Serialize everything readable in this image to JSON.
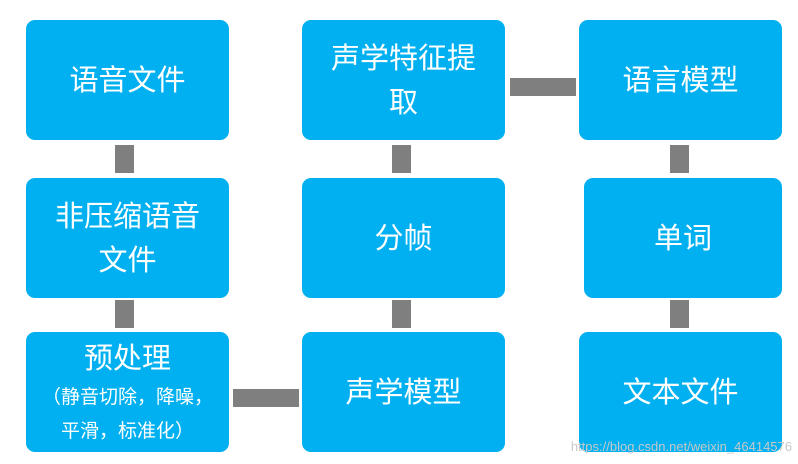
{
  "nodes": {
    "audio_file": [
      "语音文件"
    ],
    "uncompressed_audio": [
      "非压缩语音",
      "文件"
    ],
    "preprocess": [
      "预处理"
    ],
    "preprocess_detail": [
      "（静音切除，降噪，",
      "平滑，标准化）"
    ],
    "acoustic_model": [
      "声学模型"
    ],
    "framing": [
      "分帧"
    ],
    "feature_extraction": [
      "声学特征提",
      "取"
    ],
    "language_model": [
      "语言模型"
    ],
    "words": [
      "单词"
    ],
    "text_file": [
      "文本文件"
    ]
  },
  "watermark": "https://blog.csdn.net/weixin_46414576",
  "colors": {
    "box": "#00b0f0",
    "connector": "#7f7f7f",
    "text": "#ffffff"
  }
}
